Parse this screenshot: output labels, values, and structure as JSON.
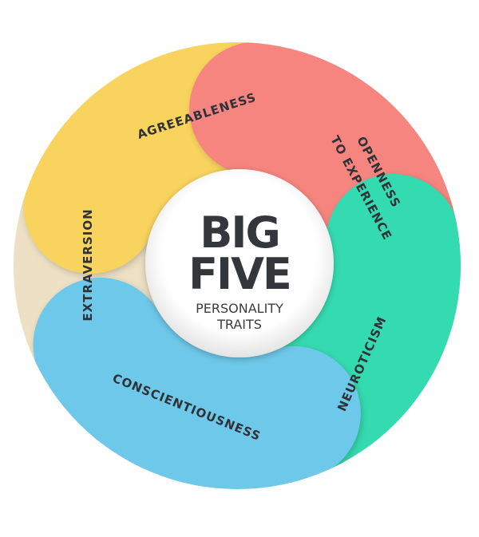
{
  "center": {
    "line1": "BIG",
    "line2": "FIVE",
    "line3": "PERSONALITY",
    "line4": "TRAITS"
  },
  "traits": [
    {
      "label": "AGREEABLENESS",
      "color": "#f8d35e"
    },
    {
      "label": "OPENNESS",
      "label2": "TO EXPERIENCE",
      "color": "#f6857f"
    },
    {
      "label": "NEUROTICISM",
      "color": "#35dbb0"
    },
    {
      "label": "CONSCIENTIOUSNESS",
      "color": "#6ec8e9"
    },
    {
      "label": "EXTRAVERSION",
      "color": "#ede0c4"
    }
  ]
}
